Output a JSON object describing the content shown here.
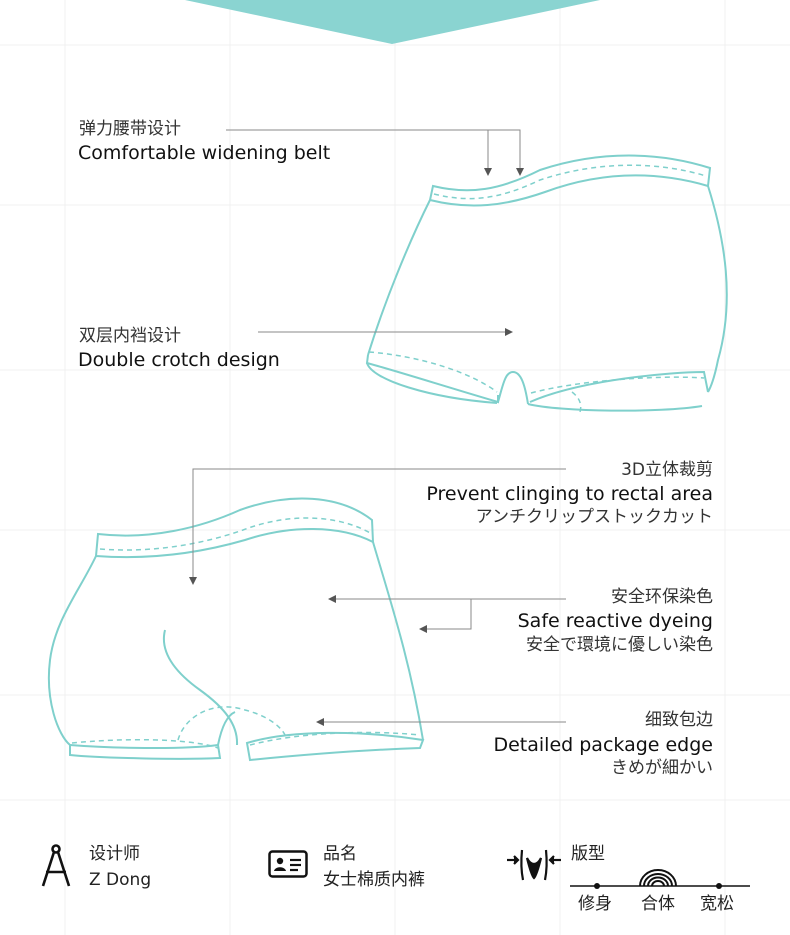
{
  "colors": {
    "teal": "#8ad4d1",
    "outline": "#7fd0cc",
    "arrow": "#8a8a8a",
    "text": "#1a1a1a",
    "grid": "#f0f0f0"
  },
  "callouts": {
    "belt": {
      "cn": "弹力腰带设计",
      "en": "Comfortable widening belt"
    },
    "crotch": {
      "cn": "双层内裆设计",
      "en": "Double crotch design"
    },
    "cut": {
      "cn": "3D立体裁剪",
      "en": "Prevent clinging to rectal area",
      "jp": "アンチクリップストックカット"
    },
    "dye": {
      "cn": "安全环保染色",
      "en": "Safe reactive dyeing",
      "jp": "安全で環境に優しい染色"
    },
    "edge": {
      "cn": "细致包边",
      "en": "Detailed package edge",
      "jp": "きめが細かい"
    }
  },
  "specs": {
    "designer": {
      "label": "设计师",
      "value": "Z Dong",
      "icon": "compass-icon"
    },
    "product": {
      "label": "品名",
      "value": "女士棉质内裤",
      "icon": "id-card-icon"
    },
    "fit": {
      "label": "版型",
      "icon": "waist-fit-icon",
      "options": [
        "修身",
        "合体",
        "宽松"
      ],
      "selected": "合体"
    }
  }
}
